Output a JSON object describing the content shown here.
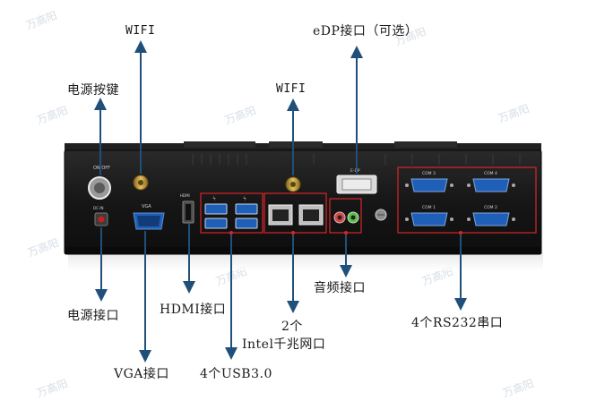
{
  "labels": {
    "wifi_left": "WIFI",
    "wifi_mid": "WIFI",
    "edp": "eDP接口（可选）",
    "power_button": "电源按键",
    "power_port": "电源接口",
    "vga": "VGA接口",
    "hdmi": "HDMI接口",
    "usb": "4个USB3.0",
    "lan_line1": "2个",
    "lan_line2": "Intel千兆网口",
    "audio": "音频接口",
    "rs232": "4个RS232串口"
  },
  "panel_text": {
    "on_off": "ON/OFF",
    "dc_in": "DC-IN",
    "vga": "VGA",
    "hdmi": "HDMI",
    "edp": "E-DP",
    "com3": "COM 3",
    "com4": "COM 4",
    "com1": "COM 1",
    "com2": "COM 2"
  },
  "watermark": "万高阳",
  "colors": {
    "arrow": "#1f4f7a",
    "highlight": "#d8262b",
    "chassis": "#1c1c1c",
    "port_blue": "#1f5fb8"
  }
}
